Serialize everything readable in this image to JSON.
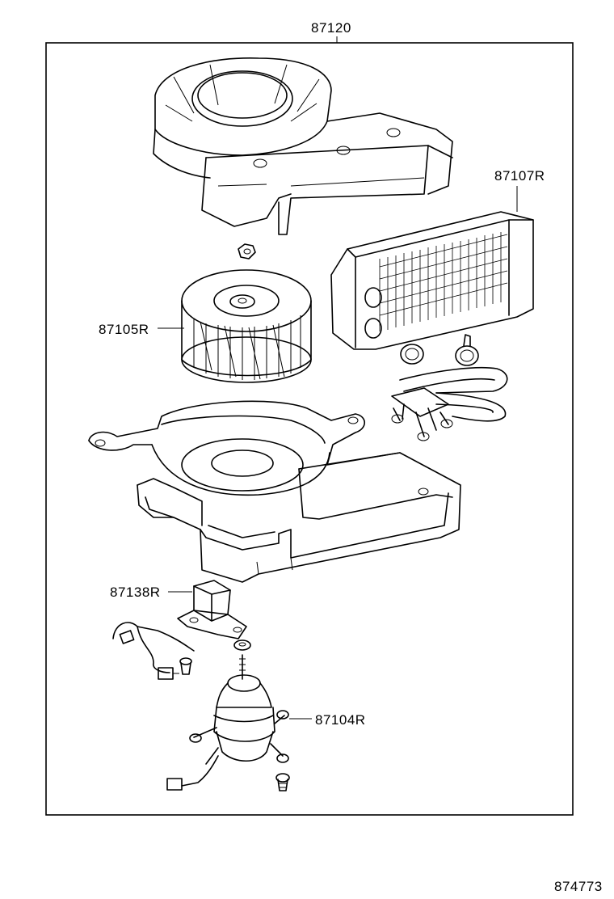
{
  "labels": {
    "assembly": "87120",
    "heater_core": "87107R",
    "blower_fan": "87105R",
    "resistor": "87138R",
    "blower_motor": "87104R",
    "figure_number": "874773"
  },
  "colors": {
    "line": "#000000",
    "background": "#ffffff"
  }
}
